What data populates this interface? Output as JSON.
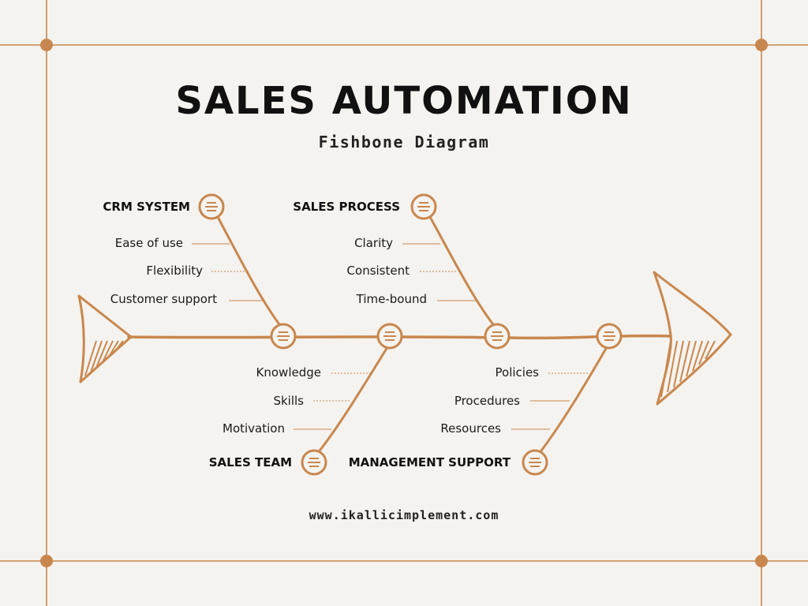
{
  "title": "SALES AUTOMATION",
  "subtitle": "Fishbone Diagram",
  "colors": {
    "accent": "#c8874e",
    "background": "#f5f3ef",
    "text": "#111111"
  },
  "categories": {
    "crm": {
      "label": "CRM SYSTEM",
      "causes": [
        "Ease of use",
        "Flexibility",
        "Customer support"
      ]
    },
    "process": {
      "label": "SALES PROCESS",
      "causes": [
        "Clarity",
        "Consistent",
        "Time-bound"
      ]
    },
    "team": {
      "label": "SALES TEAM",
      "causes": [
        "Knowledge",
        "Skills",
        "Motivation"
      ]
    },
    "management": {
      "label": "MANAGEMENT SUPPORT",
      "causes": [
        "Policies",
        "Procedures",
        "Resources"
      ]
    }
  },
  "footer": {
    "url": "www.ikallicimplement.com"
  }
}
